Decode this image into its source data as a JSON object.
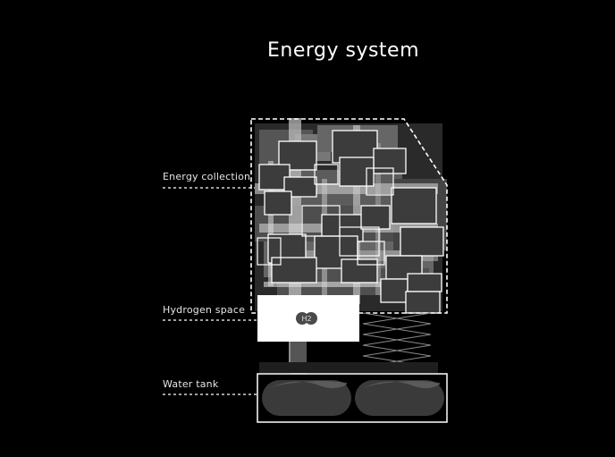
{
  "title": "Energy system",
  "labels": {
    "energy_collection": "Energy collection",
    "hydrogen_space": "Hydrogen space",
    "water_tank": "Water tank"
  },
  "hydrogen_symbol": "H2",
  "colors": {
    "background": "#000000",
    "panel_dark": "#3c3c3c",
    "panel_mid": "#5a5a5a",
    "outline": "#ffffff",
    "tank": "#3a3a3a"
  }
}
